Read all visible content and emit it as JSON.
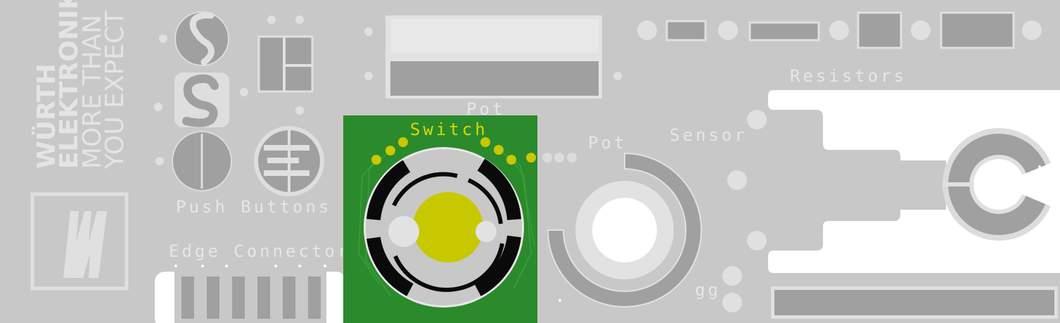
{
  "board": {
    "logo": {
      "brand_line1": "WÜRTH",
      "brand_line2": "ELEKTRONIK",
      "tagline_line1": "MORE THAN",
      "tagline_line2": "YOU EXPECT",
      "mark": "WE"
    },
    "labels": {
      "push_buttons": "Push Buttons",
      "edge_connector": "Edge Connector",
      "pot_top": "Pot",
      "switch": "Switch",
      "pot": "Pot",
      "sensor": "Sensor",
      "resistors": "Resistors",
      "gg": "gg"
    },
    "colors": {
      "board": "#c8c8c8",
      "pad_dark": "#a0a0a0",
      "pad_light": "#e2e2e2",
      "highlight_board": "#2b8a2b",
      "copper_gold": "#c8c800",
      "switch_contacts": "#0a0a0a"
    }
  }
}
